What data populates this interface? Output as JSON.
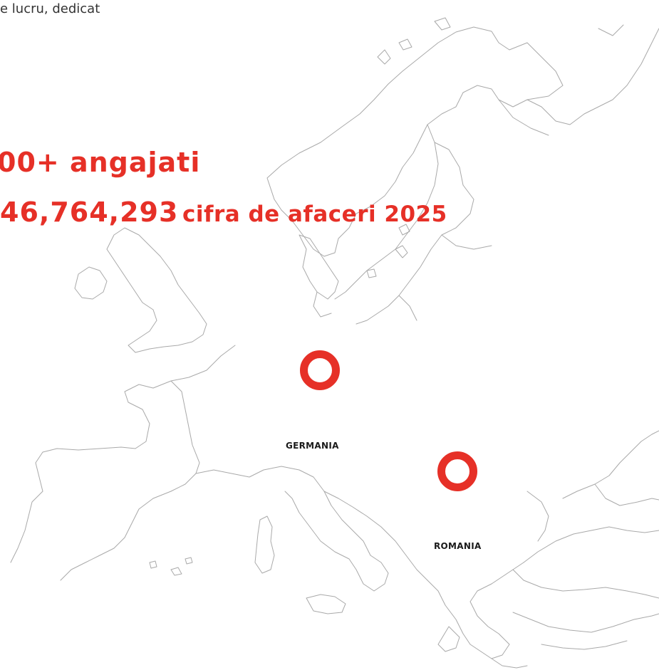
{
  "intro": {
    "text": "e lucru, dedicat"
  },
  "stats": {
    "employees": "00+ angajati",
    "revenue_value": "46,764,293",
    "revenue_label": "cifra de afaceri 2025"
  },
  "locations": [
    {
      "label": "GERMANIA"
    },
    {
      "label": "ROMANIA"
    }
  ],
  "colors": {
    "accent": "#e63027",
    "map_outline": "#a9a9a9",
    "label_text": "#1a1a1a"
  }
}
